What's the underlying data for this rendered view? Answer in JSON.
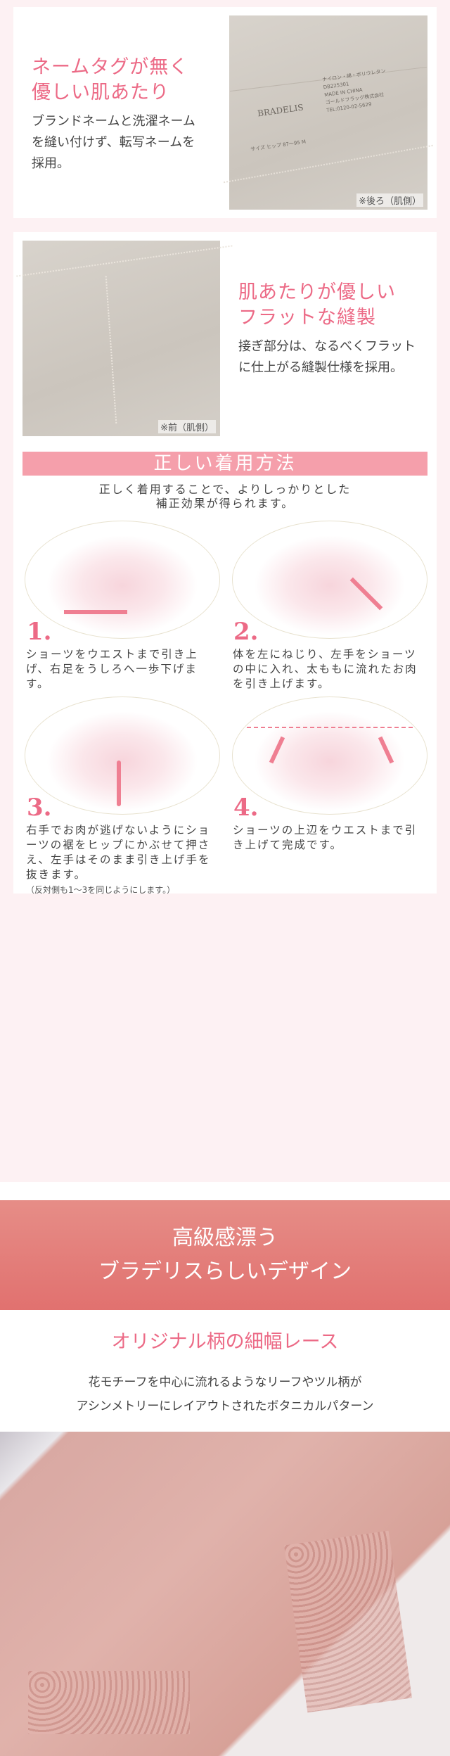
{
  "feature1": {
    "title_lines": [
      "ネームタグが無く",
      "優しい肌あたり"
    ],
    "desc": "ブランドネームと洗濯ネームを縫い付けず、転写ネームを採用。",
    "caption": "※後ろ（肌側）",
    "tag_brand": "BRADELIS",
    "tag_lines": [
      "ナイロン・綿・ポリウレタン",
      "DB225301",
      "MADE IN CHINA",
      "ゴールドフラッグ株式会社",
      "TEL:0120-02-5629",
      "サイズ ヒップ 87〜95 M"
    ]
  },
  "feature2": {
    "title_lines": [
      "肌あたりが優しい",
      "フラットな縫製"
    ],
    "desc": "接ぎ部分は、なるべくフラットに仕上がる縫製仕様を採用。",
    "caption": "※前（肌側）"
  },
  "howto": {
    "title": "正しい着用方法",
    "subtitle_lines": [
      "正しく着用することで、よりしっかりとした",
      "補正効果が得られます。"
    ],
    "steps": [
      {
        "num": "1.",
        "text": "ショーツをウエストまで引き上げ、右足をうしろへ一歩下げます。"
      },
      {
        "num": "2.",
        "text": "体を左にねじり、左手をショーツの中に入れ、太ももに流れたお肉を引き上げます。"
      },
      {
        "num": "3.",
        "text": "右手でお肉が逃げないようにショーツの裾をヒップにかぶせて押さえ、左手はそのまま引き上げ手を抜きます。",
        "note": "（反対側も1〜3を同じようにします。）"
      },
      {
        "num": "4.",
        "text": "ショーツの上辺をウエストまで引き上げて完成です。"
      }
    ]
  },
  "design": {
    "title_lines": [
      "高級感漂う",
      "ブラデリスらしいデザイン"
    ],
    "subtitle": "オリジナル柄の細幅レース",
    "desc_lines": [
      "花モチーフを中心に流れるようなリーフやツル柄が",
      "アシンメトリーにレイアウトされたボタニカルパターン"
    ]
  },
  "colors": {
    "accent": "#ec6a86",
    "band": "#f59fab",
    "design_band": "#e27b77",
    "background": "#fdf1f3"
  }
}
